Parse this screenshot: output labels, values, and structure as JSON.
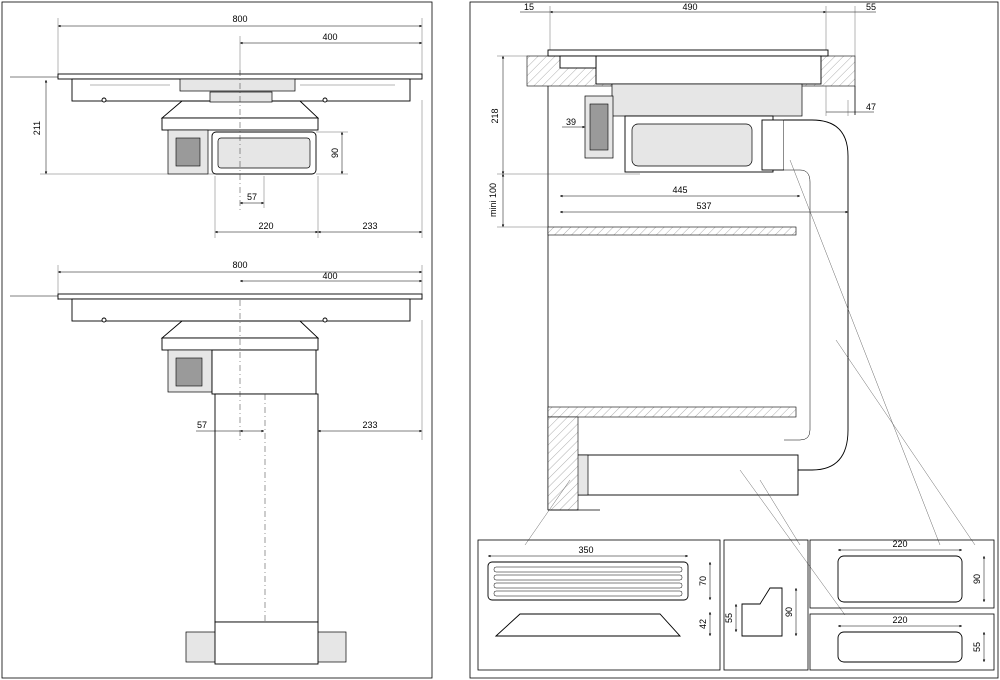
{
  "left_top_view": {
    "dims": {
      "overall_width": "800",
      "half_width": "400",
      "height": "211",
      "duct_height": "90",
      "offset": "57",
      "duct_width": "220",
      "side_offset": "233"
    }
  },
  "left_bottom_view": {
    "dims": {
      "overall_width": "800",
      "half_width": "400",
      "offset": "57",
      "side_offset": "233"
    }
  },
  "side_view": {
    "dims": {
      "left_gap": "15",
      "depth": "490",
      "right_gap": "55",
      "height": "218",
      "clearance": "47",
      "motor_depth": "39",
      "min_gap": "mini 100",
      "duct_reach": "445",
      "total_reach": "537"
    }
  },
  "details": {
    "grille": {
      "width": "350",
      "height": "70",
      "flange_height": "42"
    },
    "elbow": {
      "height": "90",
      "flange": "55"
    },
    "duct_section_tall": {
      "width": "220",
      "height": "90"
    },
    "duct_section_flat": {
      "width": "220",
      "height": "55"
    }
  }
}
